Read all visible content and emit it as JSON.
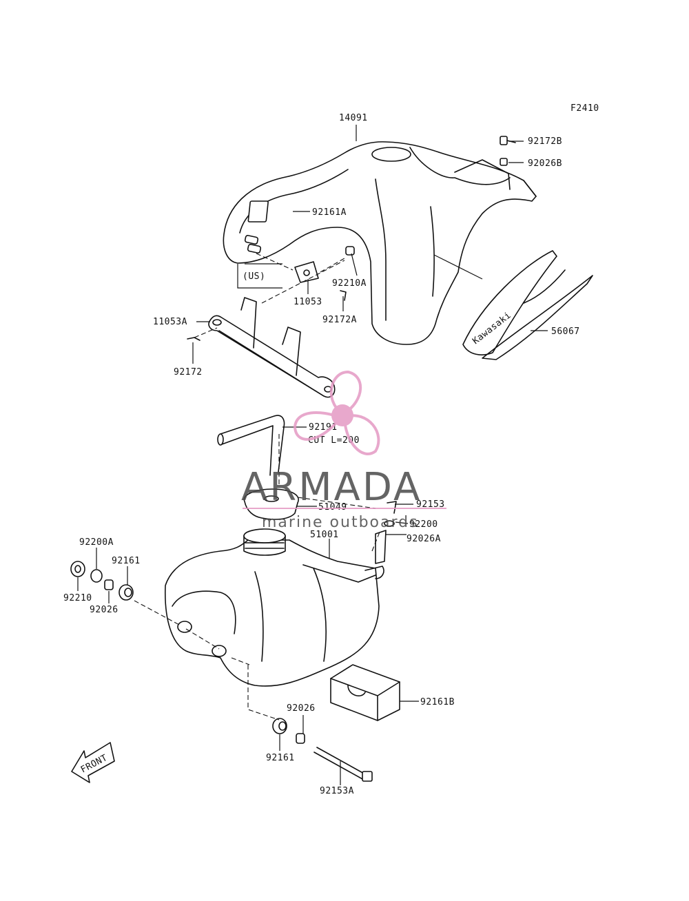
{
  "figure_code": "F2410",
  "labels": {
    "p14091": "14091",
    "p92172B": "92172B",
    "p92026B": "92026B",
    "p92161A": "92161A",
    "us": "(US)",
    "p92210A": "92210A",
    "p11053": "11053",
    "p92172A": "92172A",
    "p11053A": "11053A",
    "p56067": "56067",
    "p92172": "92172",
    "p92191": "92191",
    "cut": "CUT L=200",
    "p51049": "51049",
    "p92153": "92153",
    "p92200": "92200",
    "p92026A": "92026A",
    "p51001": "51001",
    "p92200A": "92200A",
    "p92161_top": "92161",
    "p92210": "92210",
    "p92026_top": "92026",
    "p92161B": "92161B",
    "p92026_bot": "92026",
    "p92161_bot": "92161",
    "p92153A": "92153A"
  },
  "decal": {
    "brand": "Kawasaki"
  },
  "front_arrow": {
    "label": "FRONT"
  },
  "watermark": {
    "brand": "ARMADA",
    "tagline": "marine outboards",
    "colors": {
      "propeller": "#e49ac4",
      "text": "#4a4a4a"
    }
  },
  "colors": {
    "line": "#111111",
    "background": "#ffffff"
  }
}
